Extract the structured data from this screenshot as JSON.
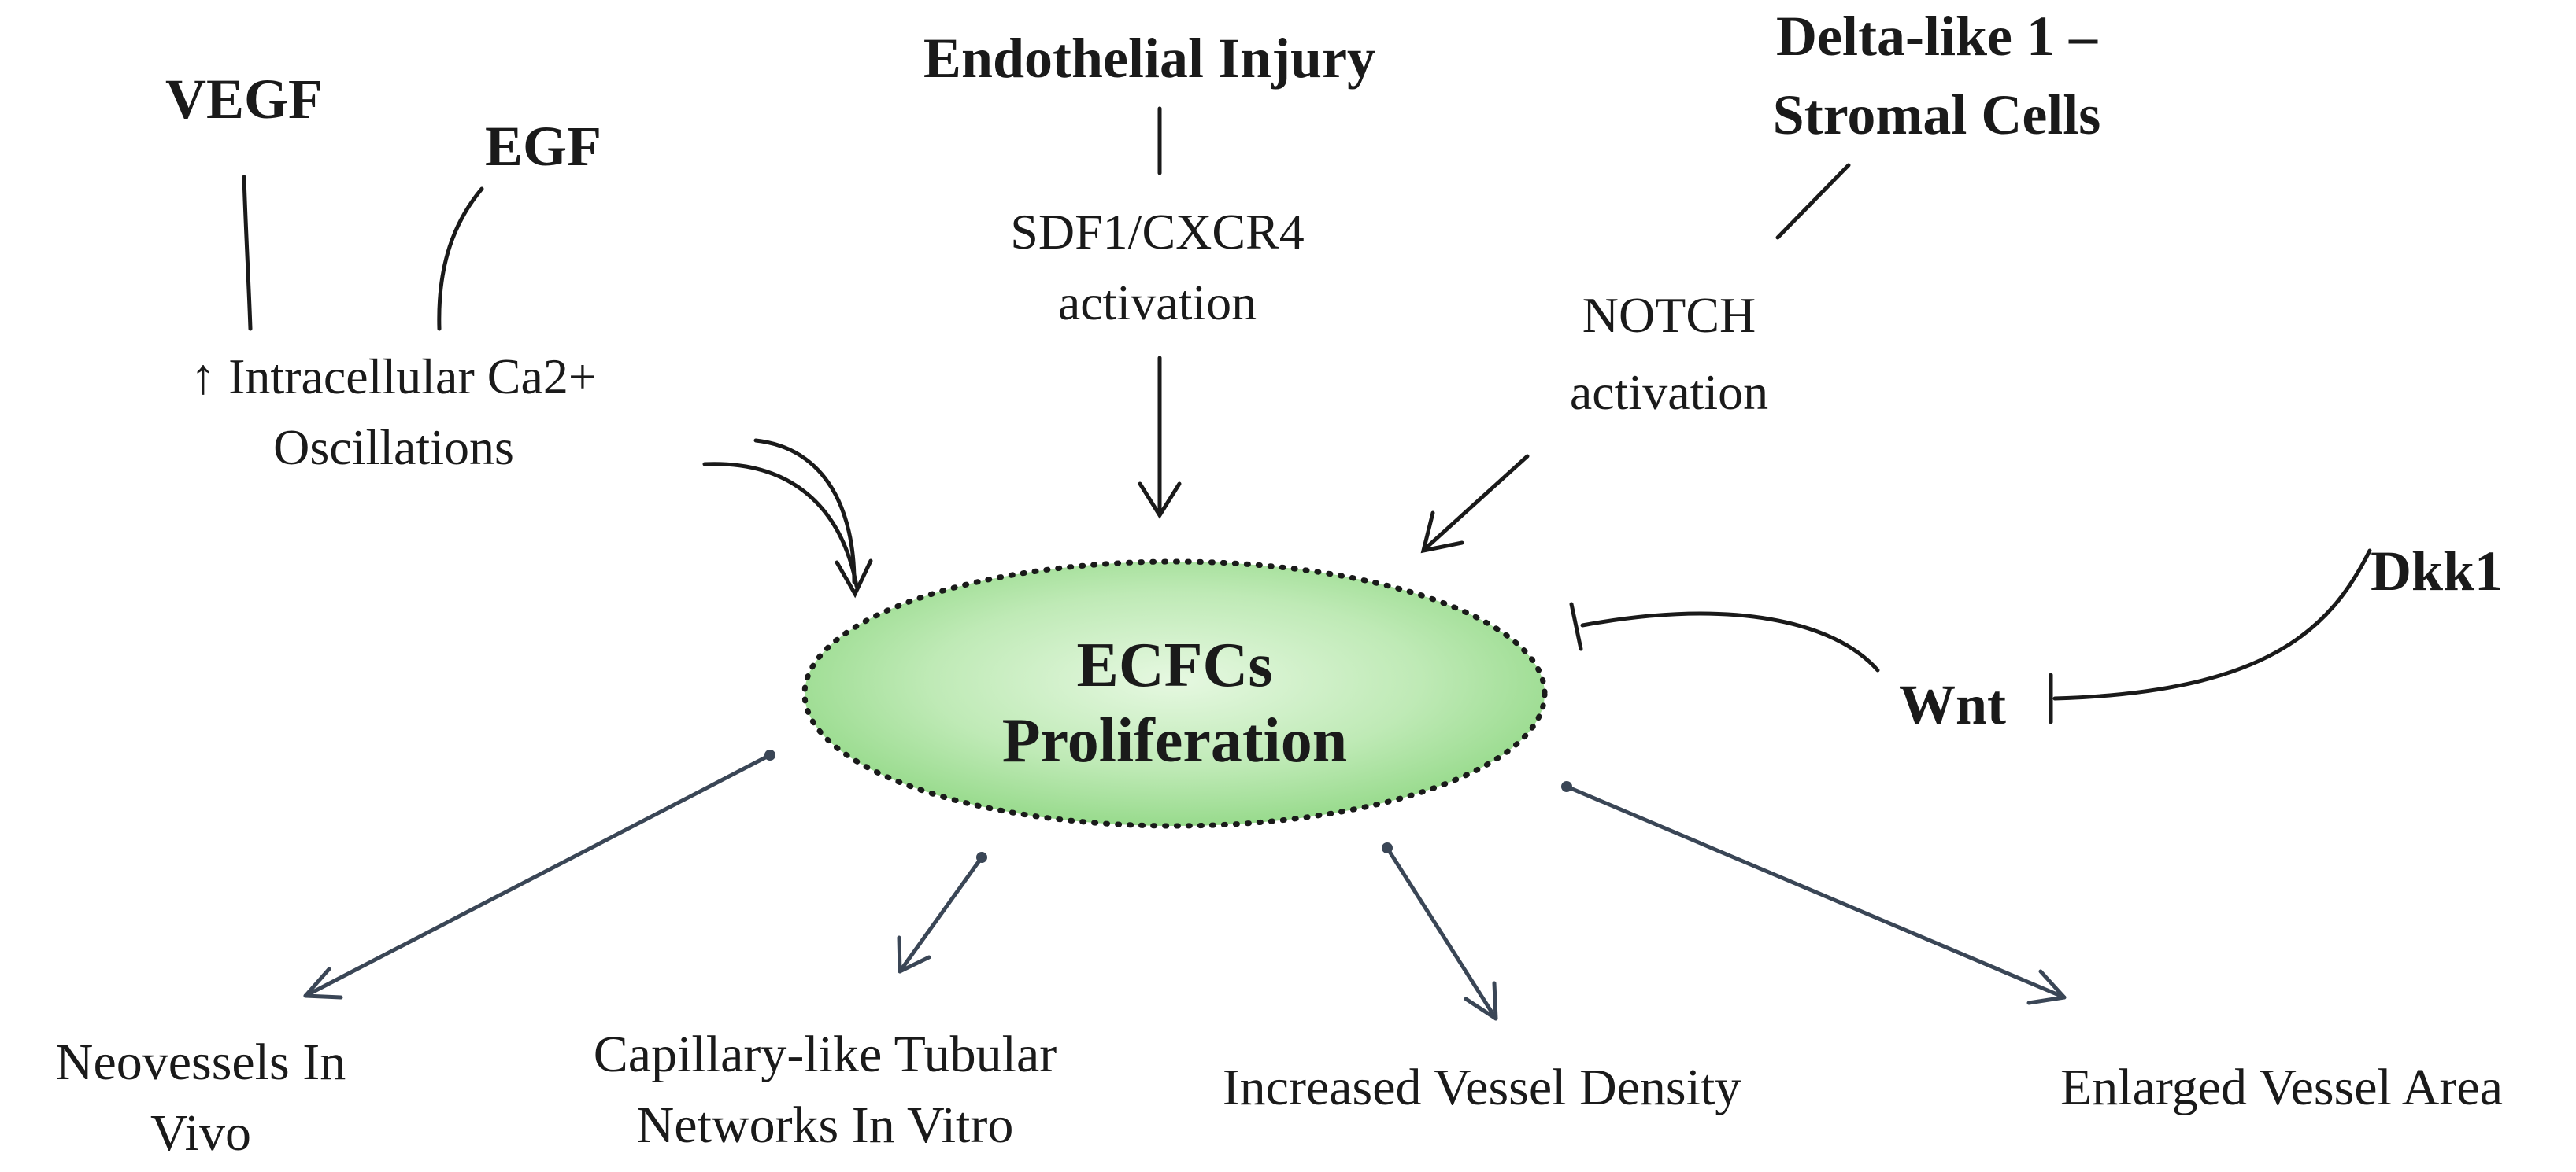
{
  "inputs": {
    "vegf": "VEGF",
    "egf": "EGF",
    "calcium_line1": "↑ Intracellular Ca2+",
    "calcium_line2": "Oscillations",
    "endothelial_injury": "Endothelial Injury",
    "sdf1_line1": "SDF1/CXCR4",
    "sdf1_line2": "activation",
    "delta_line1": "Delta-like 1 –",
    "delta_line2": "Stromal Cells",
    "notch_line1": "NOTCH",
    "notch_line2": "activation",
    "dkk1": "Dkk1",
    "wnt": "Wnt"
  },
  "center": {
    "line1": "ECFCs",
    "line2": "Proliferation",
    "fill_color": "#a8e3a0",
    "border_color": "#1a1a1a"
  },
  "outcomes": {
    "neovessels_line1": "Neovessels In",
    "neovessels_line2": "Vivo",
    "capillary_line1": "Capillary-like Tubular",
    "capillary_line2": "Networks In Vitro",
    "density": "Increased Vessel Density",
    "area": "Enlarged Vessel Area"
  },
  "colors": {
    "connector": "#1a1a1a",
    "outcome_arrow": "#3a4656"
  }
}
